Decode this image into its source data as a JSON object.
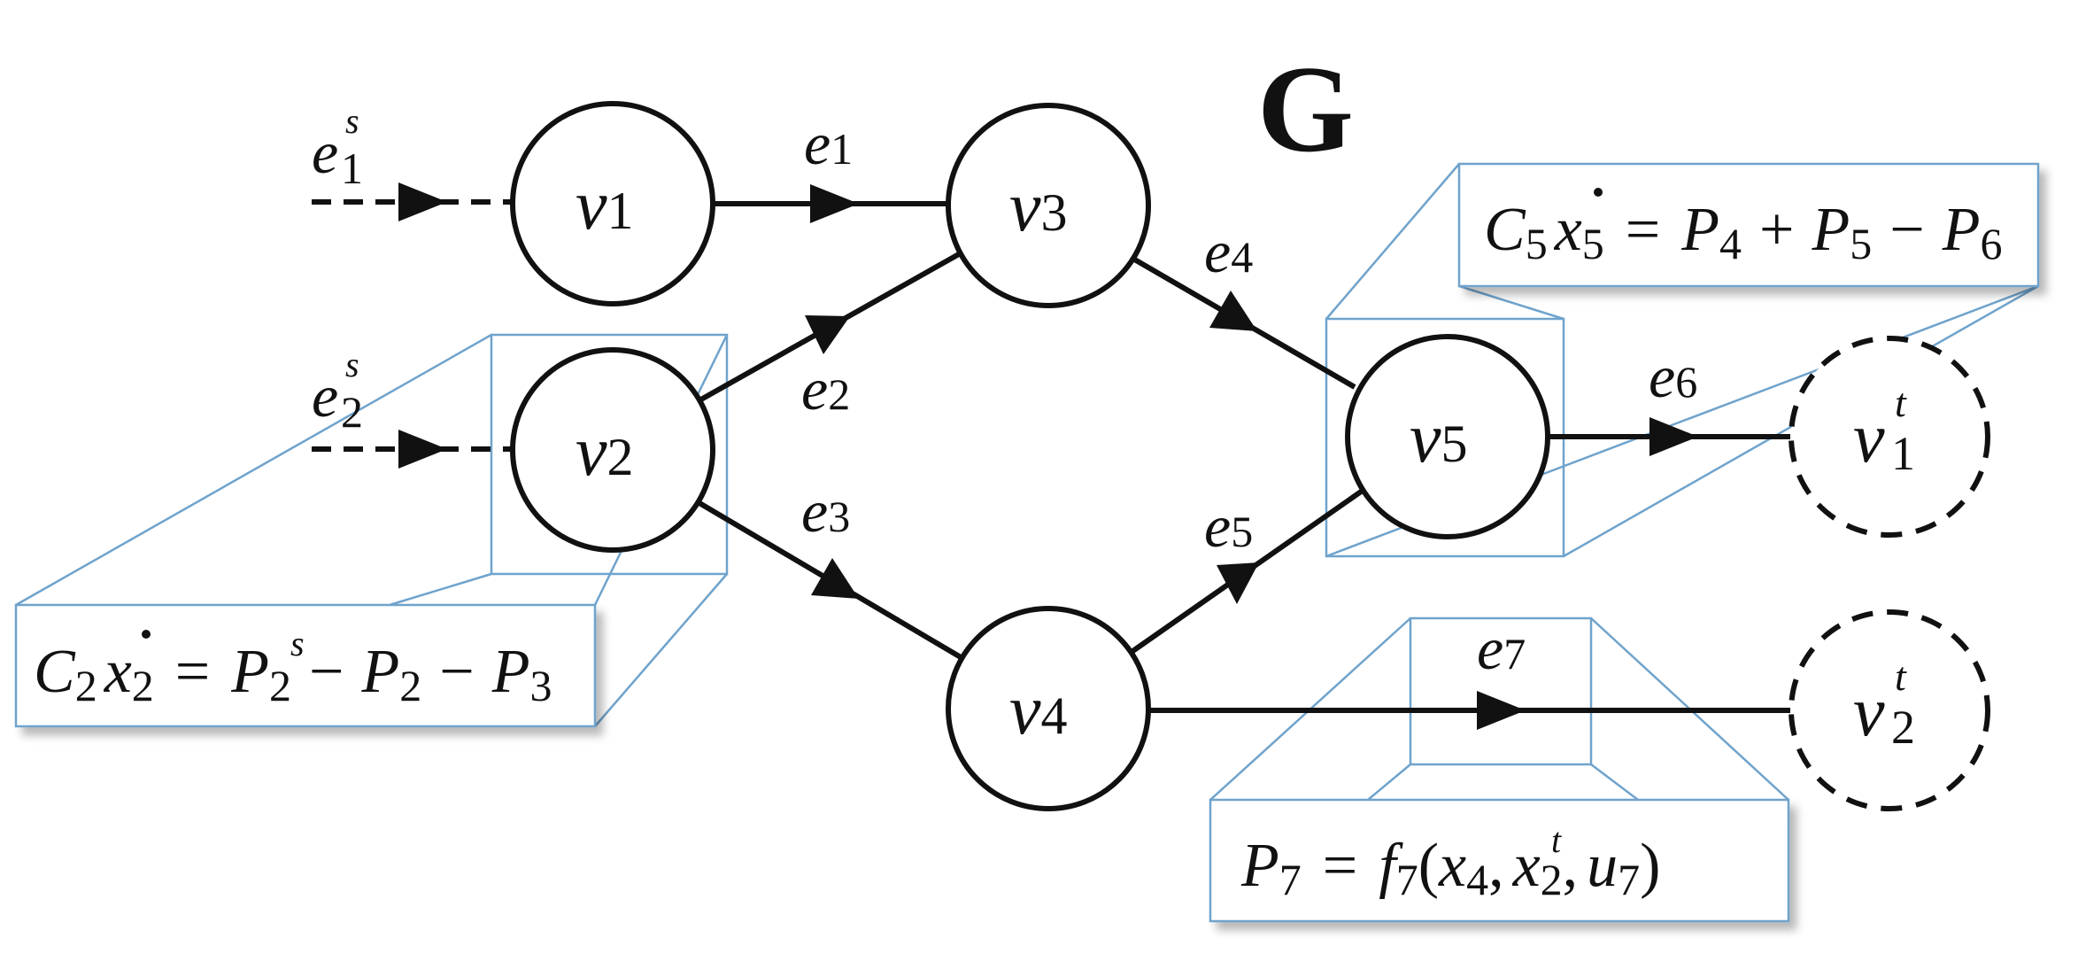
{
  "graph_label": "G",
  "nodes": {
    "v1": {
      "name": "v",
      "sub": "1"
    },
    "v2": {
      "name": "v",
      "sub": "2"
    },
    "v3": {
      "name": "v",
      "sub": "3"
    },
    "v4": {
      "name": "v",
      "sub": "4"
    },
    "v5": {
      "name": "v",
      "sub": "5"
    },
    "v1t": {
      "name": "v",
      "sup": "t",
      "sub": "1"
    },
    "v2t": {
      "name": "v",
      "sup": "t",
      "sub": "2"
    }
  },
  "edges": {
    "e1s": {
      "name": "e",
      "sup": "s",
      "sub": "1"
    },
    "e2s": {
      "name": "e",
      "sup": "s",
      "sub": "2"
    },
    "e1": {
      "name": "e",
      "sub": "1"
    },
    "e2": {
      "name": "e",
      "sub": "2"
    },
    "e3": {
      "name": "e",
      "sub": "3"
    },
    "e4": {
      "name": "e",
      "sub": "4"
    },
    "e5": {
      "name": "e",
      "sub": "5"
    },
    "e6": {
      "name": "e",
      "sub": "6"
    },
    "e7": {
      "name": "e",
      "sub": "7"
    }
  },
  "equations": {
    "eq_v2": {
      "c": "C",
      "c_sub": "2",
      "x": "x",
      "x_sub": "2",
      "eq": "=",
      "p_s": "P",
      "p_s_sup": "s",
      "p_s_sub": "2",
      "minus1": "−",
      "p2": "P",
      "p2_sub": "2",
      "minus2": "−",
      "p3": "P",
      "p3_sub": "3"
    },
    "eq_v5": {
      "c": "C",
      "c_sub": "5",
      "x": "x",
      "x_sub": "5",
      "eq": "=",
      "p4": "P",
      "p4_sub": "4",
      "plus": "+",
      "p5": "P",
      "p5_sub": "5",
      "minus": "−",
      "p6": "P",
      "p6_sub": "6"
    },
    "eq_e7": {
      "p": "P",
      "p_sub": "7",
      "eq": "=",
      "f": "f",
      "f_sub": "7",
      "open": "(",
      "x4": "x",
      "x4_sub": "4",
      "comma1": ",",
      "x2t": "x",
      "x2t_sup": "t",
      "x2t_sub": "2",
      "comma2": ",",
      "u": "u",
      "u_sub": "7",
      "close": ")"
    }
  }
}
